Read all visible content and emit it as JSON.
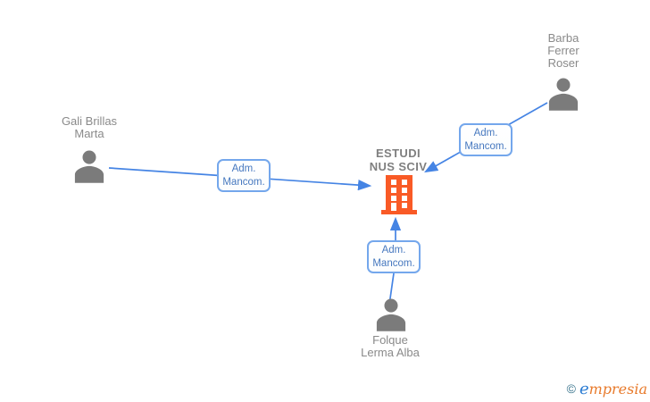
{
  "diagram": {
    "company": {
      "label_line1": "ESTUDI",
      "label_line2": "NUS SCIV"
    },
    "people": {
      "gali": {
        "line1": "Gali Brillas",
        "line2": "Marta"
      },
      "barba": {
        "line1": "Barba",
        "line2": "Ferrer",
        "line3": "Roser"
      },
      "folque": {
        "line1": "Folque",
        "line2": "Lerma Alba"
      }
    },
    "edge_labels": {
      "left": {
        "line1": "Adm.",
        "line2": "Mancom."
      },
      "right": {
        "line1": "Adm.",
        "line2": "Mancom."
      },
      "bottom": {
        "line1": "Adm.",
        "line2": "Mancom."
      }
    },
    "colors": {
      "arrow_blue": "#4584e4",
      "box_border_blue": "#74a7ec",
      "box_text_blue": "#4678bf",
      "person_gray": "#7b7b7b",
      "name_text_gray": "#8a8a8a",
      "company_text_gray": "#7f7f7f",
      "building_orange": "#f95a26",
      "watermark_copyright": "#35718a",
      "watermark_e_blue": "#2b7cd3",
      "watermark_rest_orange": "#e87a2b"
    }
  },
  "watermark": {
    "copyright_symbol": "©",
    "brand_first_letter": "e",
    "brand_remainder": "mpresia"
  }
}
